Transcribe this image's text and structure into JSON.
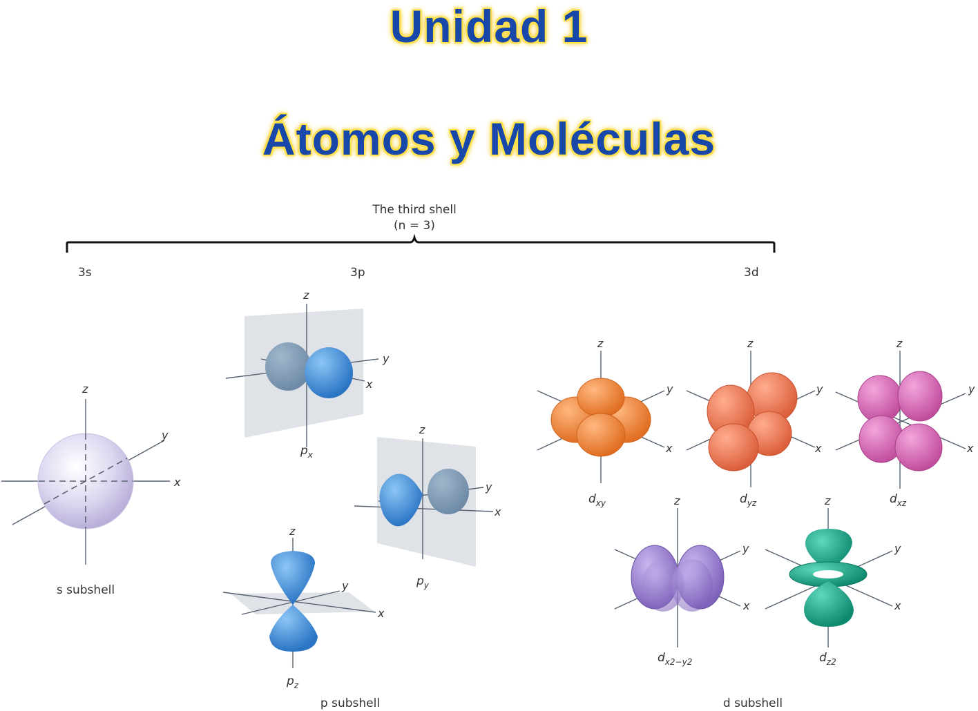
{
  "title": {
    "line1": "Unidad 1",
    "line2": "Átomos y Moléculas"
  },
  "shell": {
    "label": "The third shell",
    "n_label": "(n = 3)"
  },
  "subshell_heads": {
    "s": "3s",
    "p": "3p",
    "d": "3d"
  },
  "axes": {
    "x": "x",
    "y": "y",
    "z": "z"
  },
  "captions": {
    "s_subshell": "s subshell",
    "p_subshell": "p subshell",
    "d_subshell": "d subshell"
  },
  "orbitals": {
    "px": {
      "base": "p",
      "sub": "x"
    },
    "py": {
      "base": "p",
      "sub": "y"
    },
    "pz": {
      "base": "p",
      "sub": "z"
    },
    "dxy": {
      "base": "d",
      "sub": "xy"
    },
    "dyz": {
      "base": "d",
      "sub": "yz"
    },
    "dxz": {
      "base": "d",
      "sub": "xz"
    },
    "dx2y2": {
      "base": "d",
      "sub": "x2−y2"
    },
    "dz2": {
      "base": "d",
      "sub": "z2"
    }
  },
  "colors": {
    "title_fill": "#1747a8",
    "title_glow": "#ffe14a",
    "s_orbital": "#d9d3ee",
    "p_orbital": "#3b8fd8",
    "dxy": "#f28a3c",
    "dyz": "#f07a55",
    "dxz": "#d968b6",
    "dx2y2": "#9a7fd0",
    "dz2": "#1aa88a"
  }
}
